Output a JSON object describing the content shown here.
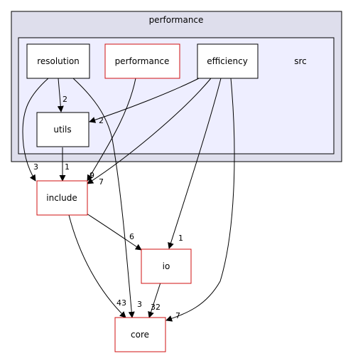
{
  "colors": {
    "outer_cluster_fill": "#dedeec",
    "inner_cluster_fill": "#eeeeff",
    "cluster_border": "#000000",
    "external_node_border": "#d01010",
    "internal_node_border": "#000000",
    "edge": "#000000"
  },
  "clusters": {
    "outer_title": "performance",
    "inner_title": "src"
  },
  "nodes": {
    "resolution": "resolution",
    "performance": "performance",
    "efficiency": "efficiency",
    "utils": "utils",
    "include": "include",
    "io": "io",
    "core": "core"
  },
  "edges": {
    "resolution_to_utils": "2",
    "resolution_to_include": "3",
    "resolution_to_core": "3",
    "performance_to_include": "9",
    "efficiency_to_utils": "2",
    "efficiency_to_include": "7",
    "efficiency_to_io": "1",
    "efficiency_to_core": "7",
    "utils_to_include": "1",
    "include_to_io": "6",
    "include_to_core": "43",
    "io_to_core": "32"
  }
}
